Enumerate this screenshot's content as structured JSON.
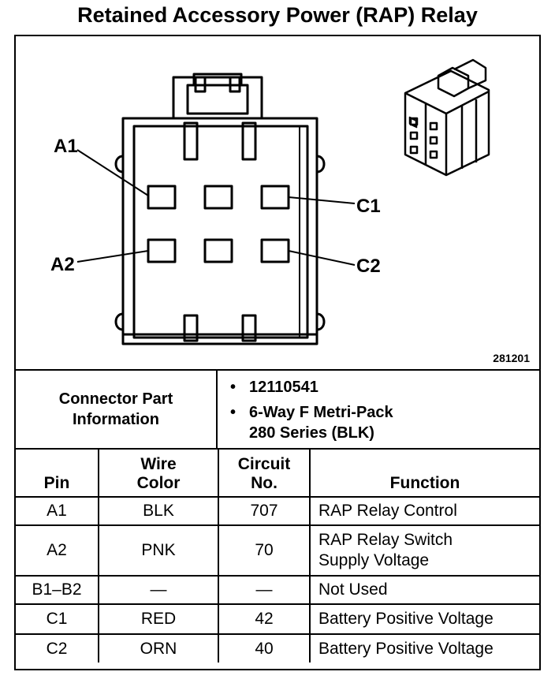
{
  "title": "Retained Accessory Power (RAP) Relay",
  "diagram": {
    "labels": {
      "a1": "A1",
      "a2": "A2",
      "c1": "C1",
      "c2": "C2"
    },
    "figure_number": "281201"
  },
  "connector_info": {
    "label_line1": "Connector Part",
    "label_line2": "Information",
    "items": [
      {
        "bullet": "•",
        "line1": "12110541",
        "line2": ""
      },
      {
        "bullet": "•",
        "line1": "6-Way F Metri-Pack",
        "line2": "280 Series (BLK)"
      }
    ]
  },
  "table": {
    "headers": {
      "pin": "Pin",
      "wire_line1": "Wire",
      "wire_line2": "Color",
      "circuit_line1": "Circuit",
      "circuit_line2": "No.",
      "function": "Function"
    },
    "rows": [
      {
        "pin": "A1",
        "wire": "BLK",
        "circuit": "707",
        "function_line1": "RAP Relay Control",
        "function_line2": ""
      },
      {
        "pin": "A2",
        "wire": "PNK",
        "circuit": "70",
        "function_line1": "RAP Relay Switch",
        "function_line2": "Supply Voltage"
      },
      {
        "pin": "B1–B2",
        "wire": "—",
        "circuit": "—",
        "function_line1": "Not Used",
        "function_line2": ""
      },
      {
        "pin": "C1",
        "wire": "RED",
        "circuit": "42",
        "function_line1": "Battery Positive Voltage",
        "function_line2": ""
      },
      {
        "pin": "C2",
        "wire": "ORN",
        "circuit": "40",
        "function_line1": "Battery Positive Voltage",
        "function_line2": ""
      }
    ]
  }
}
